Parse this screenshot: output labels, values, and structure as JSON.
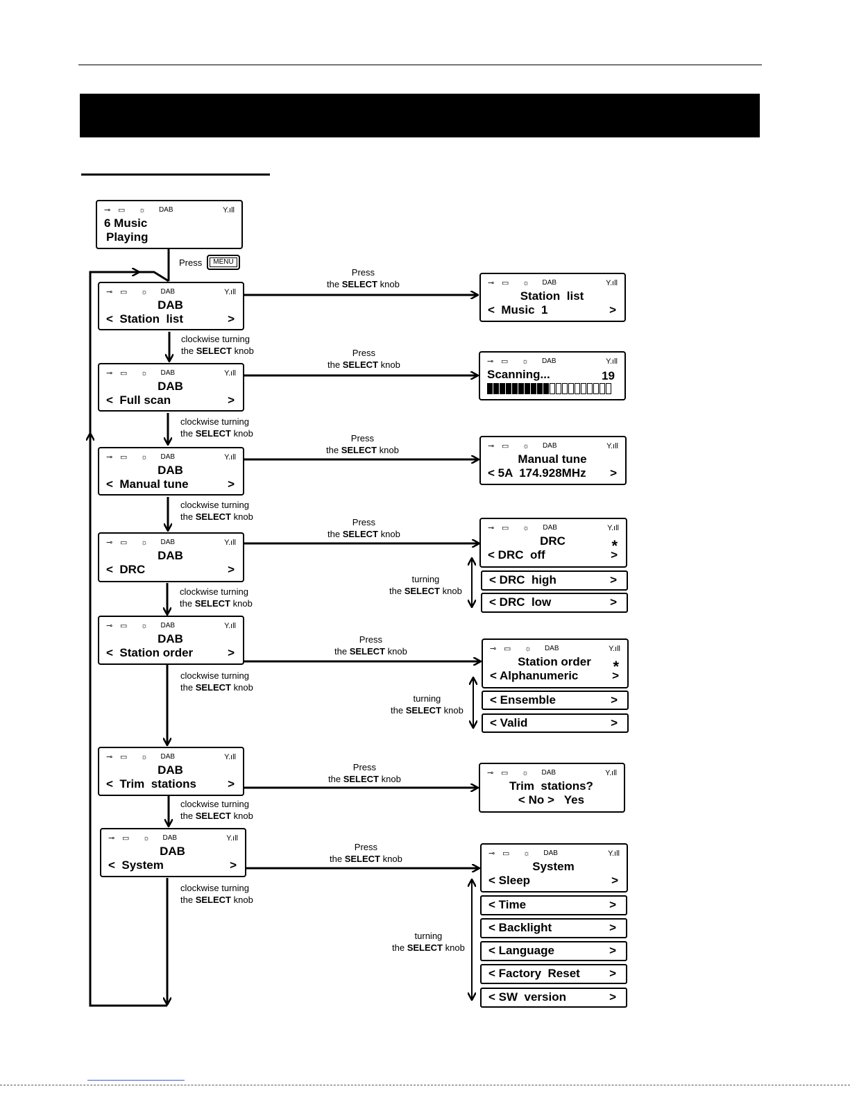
{
  "status_mode": "DAB",
  "icons": [
    "plug-icon",
    "battery-icon",
    "sun-icon",
    "signal-icon"
  ],
  "menu_button_label": "MENU",
  "press_label": "Press",
  "action_press": [
    "Press",
    "the",
    "SELECT",
    "knob"
  ],
  "action_turn_cw": [
    "clockwise turning",
    "the",
    "SELECT",
    "knob"
  ],
  "action_turn": [
    "turning",
    "the",
    "SELECT",
    "knob"
  ],
  "start_screen": {
    "line1": "6 Music",
    "line2": "Playing"
  },
  "menu_screens": [
    {
      "title": "DAB",
      "item": "Station  list"
    },
    {
      "title": "DAB",
      "item": "Full scan"
    },
    {
      "title": "DAB",
      "item": "Manual tune"
    },
    {
      "title": "DAB",
      "item": "DRC"
    },
    {
      "title": "DAB",
      "item": "Station order"
    },
    {
      "title": "DAB",
      "item": "Trim  stations"
    },
    {
      "title": "DAB",
      "item": "System"
    }
  ],
  "result_screens": {
    "station_list": {
      "title": "Station  list",
      "item": "Music  1"
    },
    "scan": {
      "text": "Scanning...",
      "count": "19",
      "progress": 0.5
    },
    "manual_tune": {
      "title": "Manual tune",
      "item": "5A  174.928MHz"
    },
    "drc": {
      "title": "DRC",
      "item": "DRC  off",
      "marker": "*",
      "options": [
        "DRC  high",
        "DRC  low"
      ]
    },
    "station_order": {
      "title": "Station order",
      "item": "Alphanumeric",
      "marker": "*",
      "options": [
        "Ensemble",
        "Valid"
      ]
    },
    "trim": {
      "title": "Trim  stations?",
      "choice": "< No >   Yes"
    },
    "system": {
      "title": "System",
      "item": "Sleep",
      "options": [
        "Time",
        "Backlight",
        "Language",
        "Factory  Reset",
        "SW  version"
      ]
    }
  },
  "nav": {
    "left": "<",
    "right": ">"
  }
}
